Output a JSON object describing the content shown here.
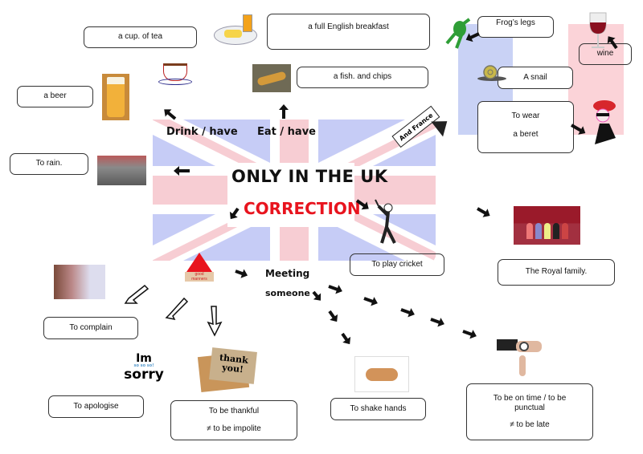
{
  "title": {
    "main": "ONLY IN THE UK",
    "sub": "CORRECTION"
  },
  "colors": {
    "flag_blue": "#c6ccf6",
    "flag_red": "#f7cdd3",
    "correction_red": "#e8141e",
    "france_blue": "#c9d2f5",
    "france_red": "#fbd3d8"
  },
  "categories": {
    "drink": "Drink / have",
    "eat": "Eat / have",
    "meeting_line1": "Meeting",
    "meeting_line2": "someone",
    "and_france": "And France"
  },
  "boxes": {
    "tea": "a cup. of tea",
    "breakfast": "a  full  English breakfast",
    "beer": "a beer",
    "fish": "a fish. and chips",
    "rain": "To rain.",
    "frog": "Frog’s legs",
    "wine": "wine",
    "snail": "A snail",
    "beret_line1": "To wear",
    "beret_line2": "a beret",
    "cricket": "To play cricket",
    "royal": "The Royal family.",
    "complain": "To complain",
    "apologise": "To apologise",
    "thankful_line1": "To be thankful",
    "thankful_line2": "≠ to be impolite",
    "shake": "To shake hands",
    "ontime_line1": "To be on time / to be",
    "ontime_line2": "punctual",
    "ontime_line3": "≠ to be late"
  },
  "images": {
    "sorry_line1": "Im",
    "sorry_line2": "so so so!",
    "sorry_line3": "sorry",
    "thank_line1": "thank",
    "thank_line2": "you!",
    "manners_line1": "good",
    "manners_line2": "manners"
  }
}
